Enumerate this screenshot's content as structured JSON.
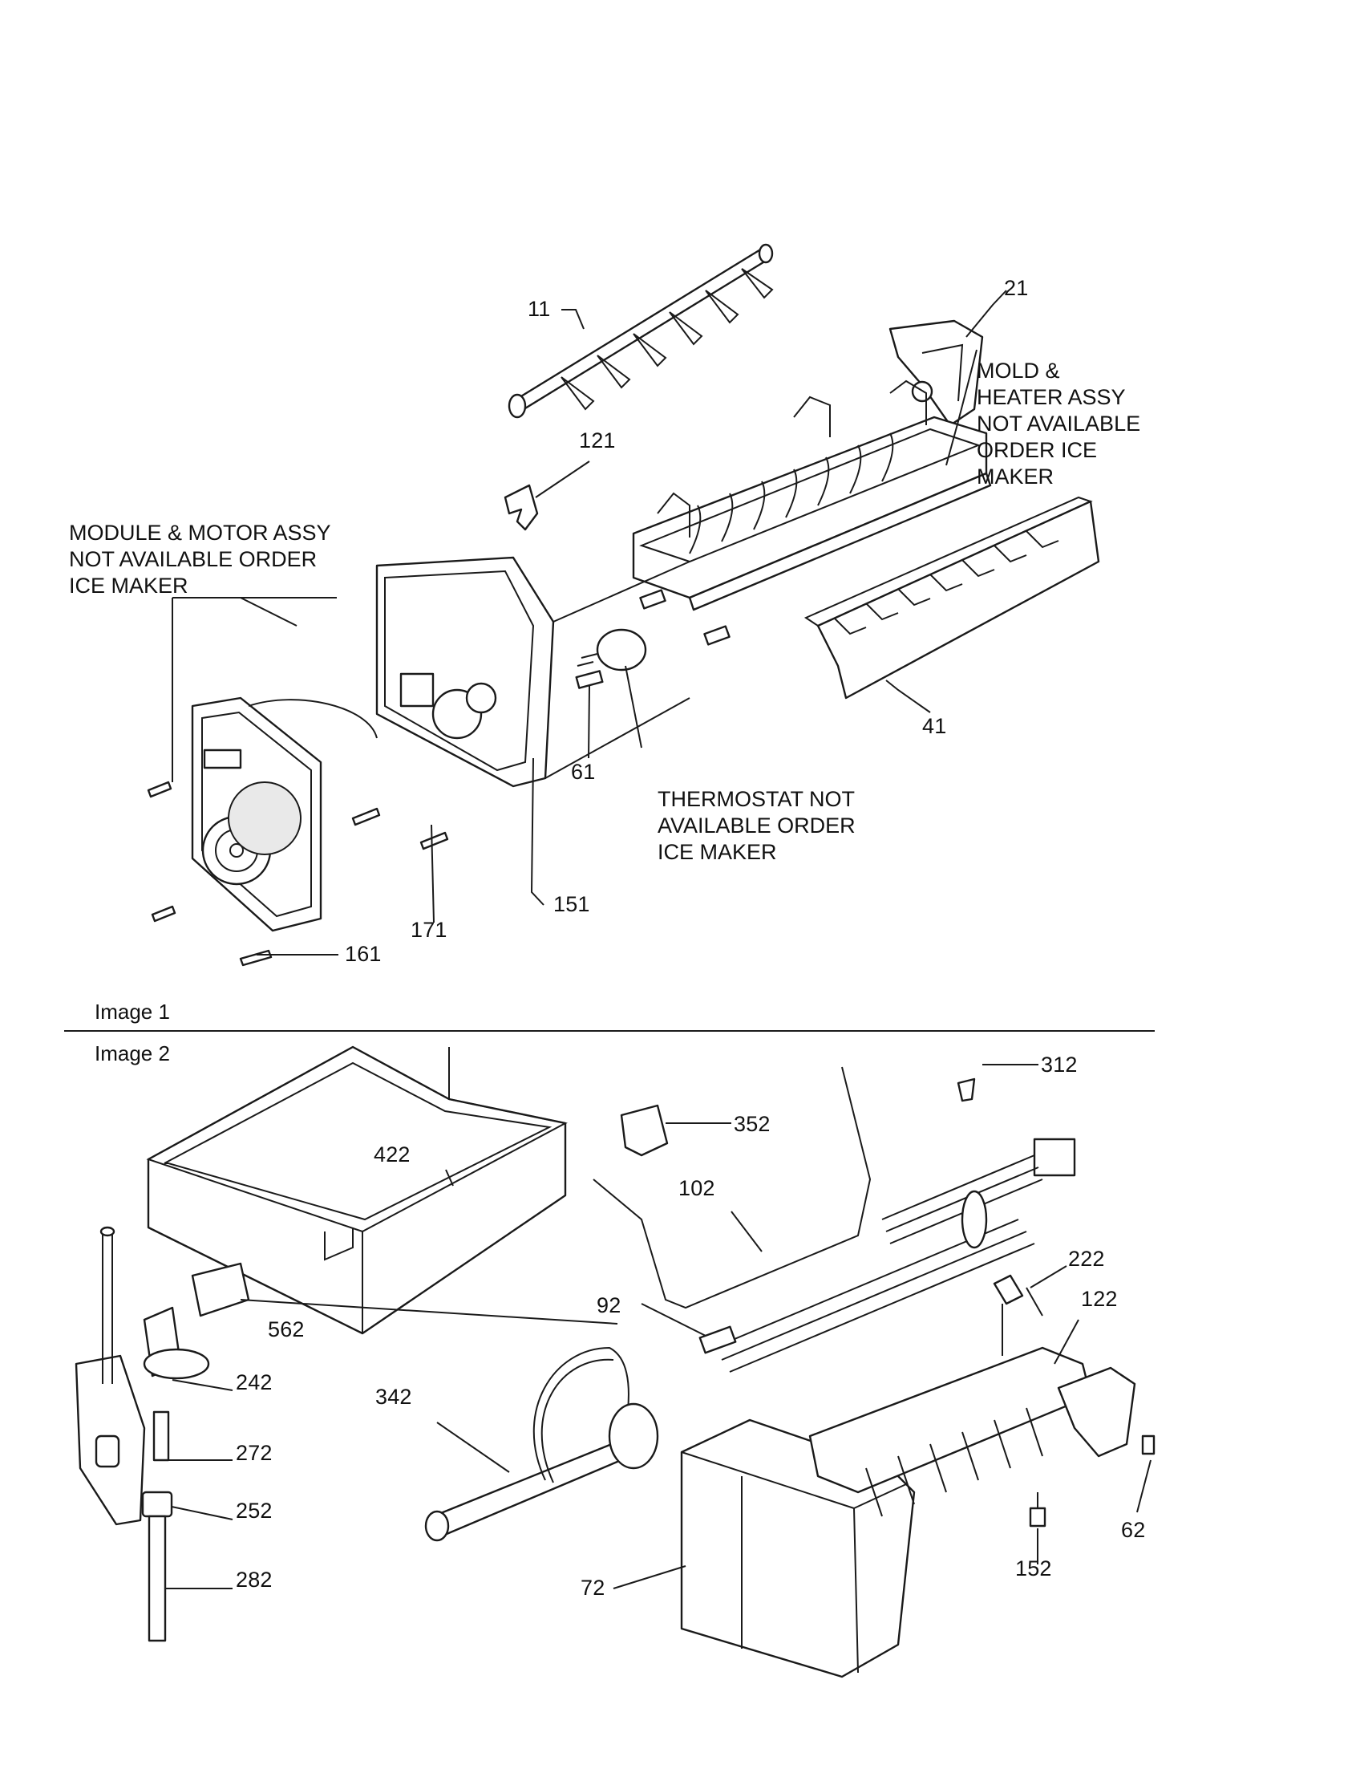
{
  "captions": {
    "image1": "Image 1",
    "image2": "Image 2"
  },
  "callouts": {
    "p11": "11",
    "p21": "21",
    "p121": "121",
    "p41": "41",
    "p61": "61",
    "p151": "151",
    "p171": "171",
    "p161": "161",
    "p312": "312",
    "p352": "352",
    "p422": "422",
    "p102": "102",
    "p222": "222",
    "p122": "122",
    "p92": "92",
    "p562": "562",
    "p242": "242",
    "p342": "342",
    "p272": "272",
    "p252": "252",
    "p282": "282",
    "p62": "62",
    "p72": "72",
    "p152": "152"
  },
  "notes": {
    "mold": [
      "MOLD &",
      "HEATER ASSY",
      "NOT AVAILABLE",
      "ORDER ICE",
      "MAKER"
    ],
    "module": [
      "MODULE & MOTOR ASSY",
      "NOT AVAILABLE ORDER",
      "ICE MAKER"
    ],
    "thermostat": [
      "THERMOSTAT NOT",
      "AVAILABLE ORDER",
      "ICE MAKER"
    ]
  }
}
